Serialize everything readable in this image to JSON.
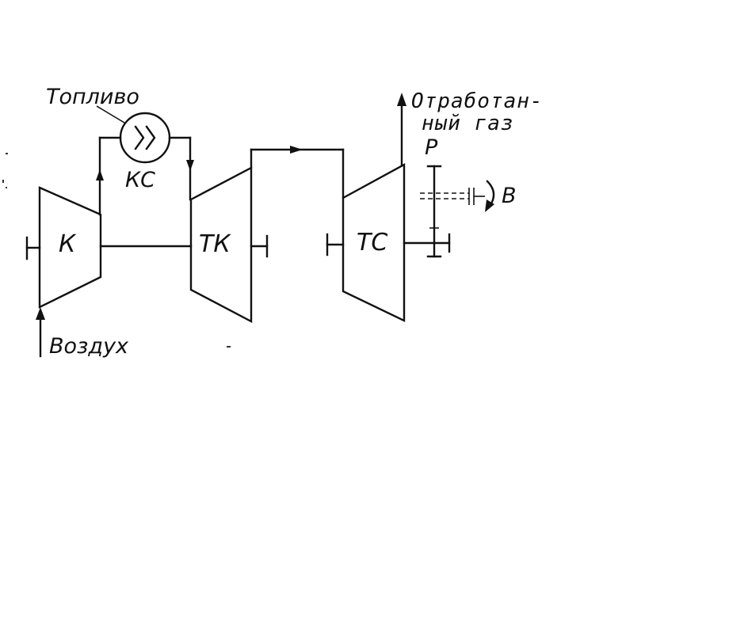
{
  "labels": {
    "fuel": "Топливо",
    "combustion_chamber": "КС",
    "compressor": "К",
    "compressor_turbine": "ТК",
    "power_turbine": "ТС",
    "air": "Воздух",
    "exhaust_line1": "Отработан-",
    "exhaust_line2": "ный газ",
    "reducer": "Р",
    "propeller": "В"
  }
}
